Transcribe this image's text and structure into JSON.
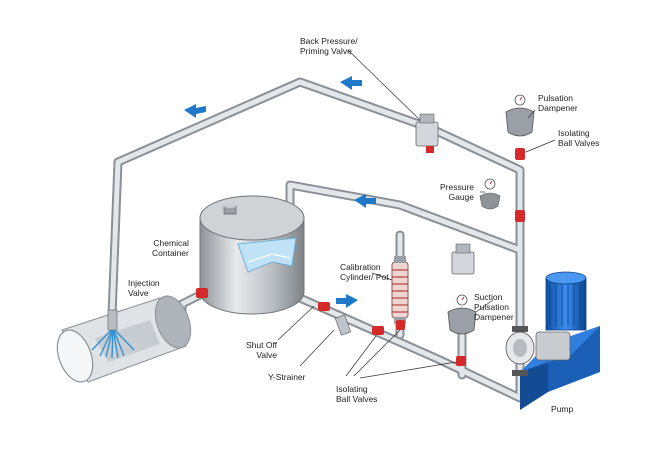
{
  "labels": {
    "back_pressure": [
      "Back Pressure/",
      "Priming Valve"
    ],
    "pulsation_dampener": [
      "Pulsation",
      "Dampener"
    ],
    "isolating_ball_valves_top": [
      "Isolating",
      "Ball Valves"
    ],
    "pressure_gauge": [
      "Pressure",
      "Gauge"
    ],
    "chemical_container": [
      "Chemical",
      "Container"
    ],
    "calibration": [
      "Calibration",
      "Cylinder/ Pot"
    ],
    "injection_valve": [
      "Injection",
      "Valve"
    ],
    "suction_pulsation": [
      "Suction",
      "Pulsation",
      "Dampener"
    ],
    "shut_off_valve": [
      "Shut Off",
      "Valve"
    ],
    "y_strainer": [
      "Y-Strainer"
    ],
    "isolating_ball_valves_bottom": [
      "Isolating",
      "Ball Valves"
    ],
    "pump": [
      "Pump"
    ]
  },
  "colors": {
    "pipe": "#d4d8dc",
    "pipe_edge": "#8a9096",
    "flow_arrow": "#1f78c8",
    "valve_red": "#d42a2a",
    "pump_blue": "#1e6ed0",
    "liquid": "#bfe2f7"
  }
}
